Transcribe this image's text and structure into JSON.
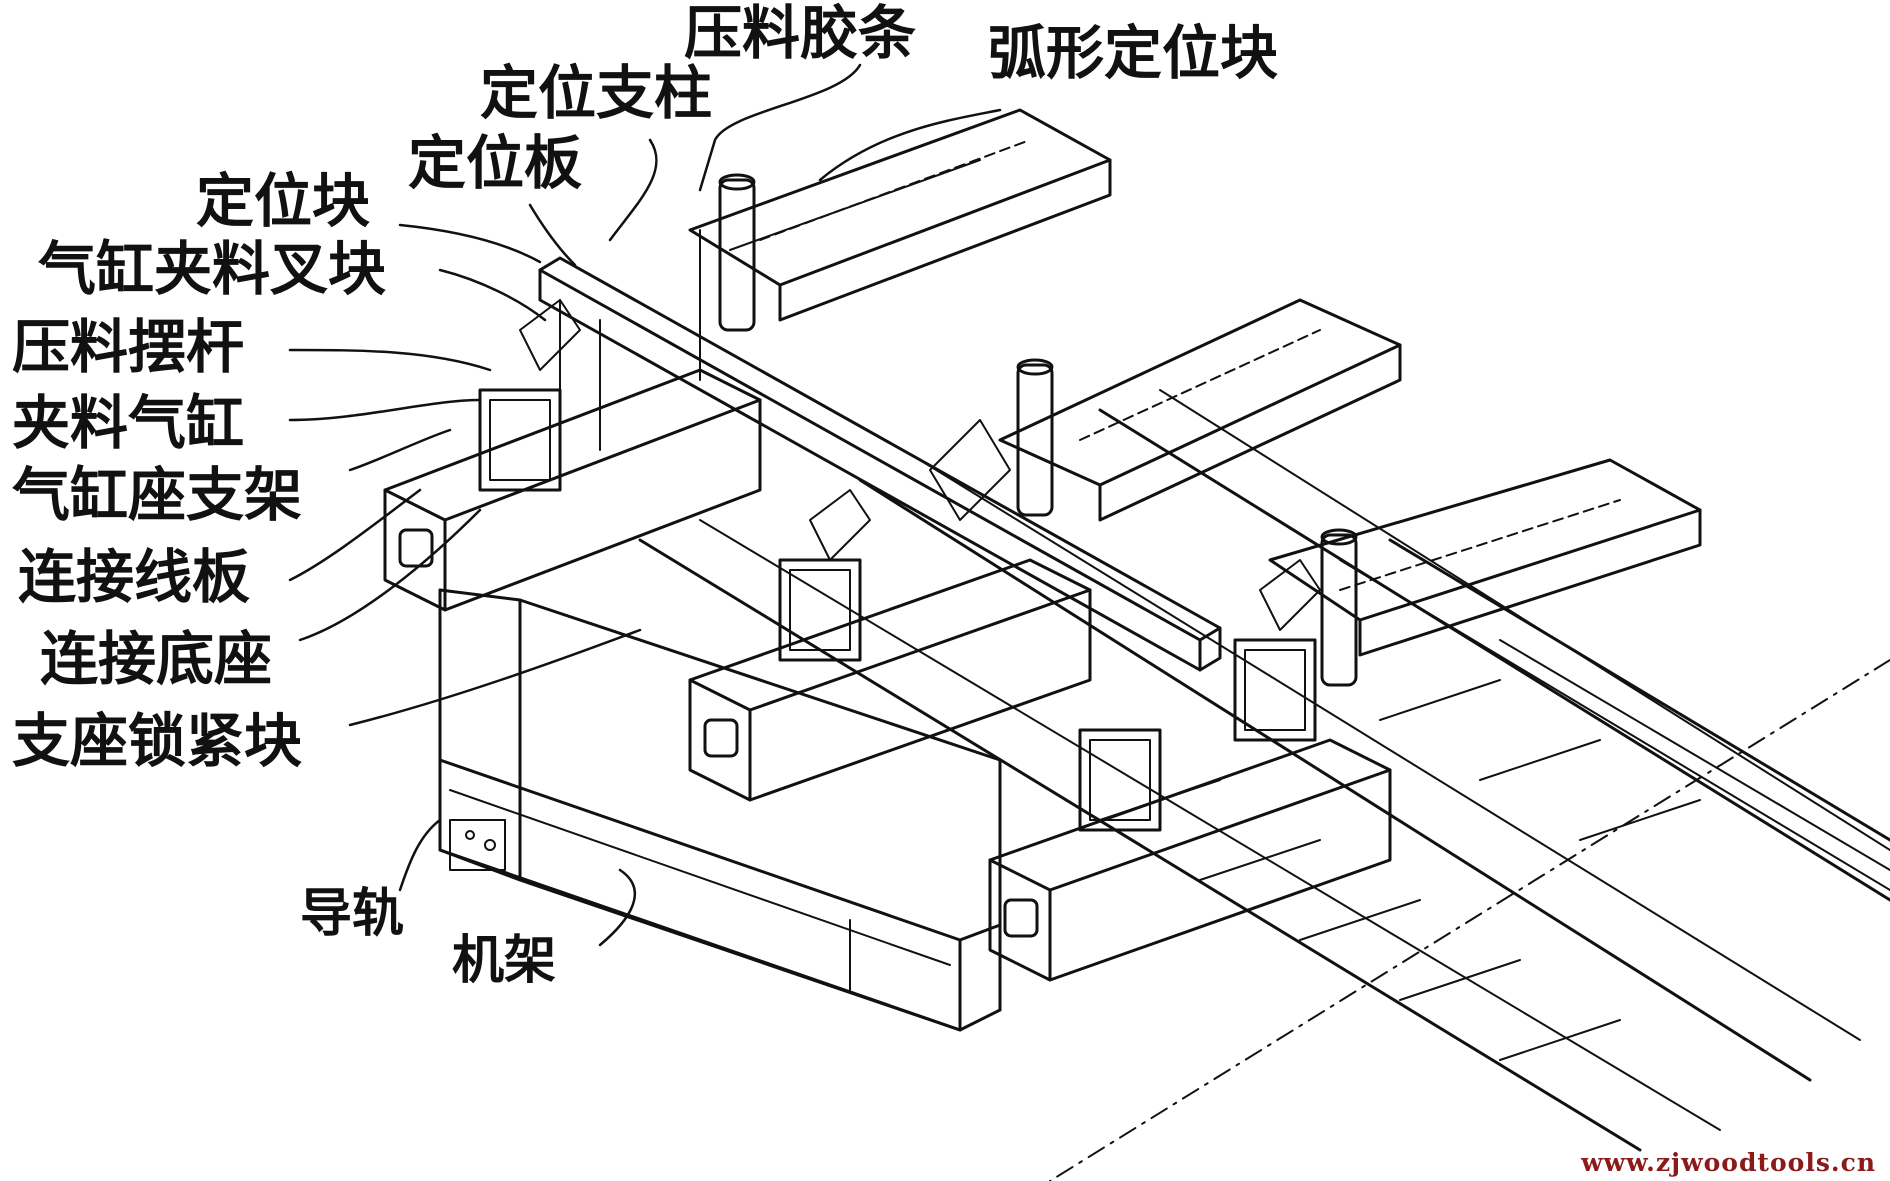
{
  "labels": {
    "pressing_rubber_strip": "压料胶条",
    "arc_positioning_block": "弧形定位块",
    "positioning_post": "定位支柱",
    "positioning_plate": "定位板",
    "positioning_block": "定位块",
    "cylinder_clamp_fork_block": "气缸夹料叉块",
    "pressing_swing_rod": "压料摆杆",
    "clamping_cylinder": "夹料气缸",
    "cylinder_seat_bracket": "气缸座支架",
    "connecting_wire_plate": "连接线板",
    "connecting_base": "连接底座",
    "support_locking_block": "支座锁紧块",
    "guide_rail": "导轨",
    "machine_frame": "机架"
  },
  "watermark": "www.zjwoodtools.cn",
  "colors": {
    "line": "#111111",
    "background": "#ffffff",
    "watermark": "#8b1a1a"
  }
}
